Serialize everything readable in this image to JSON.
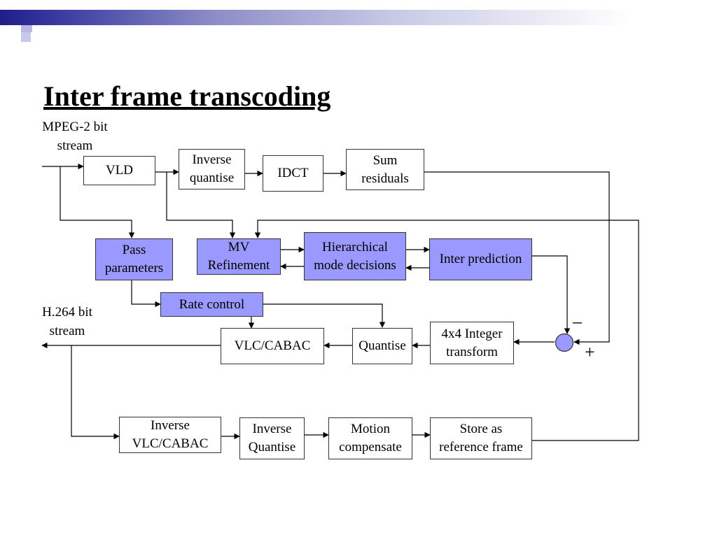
{
  "title": "Inter frame transcoding",
  "diagram": {
    "input_label": "MPEG-2 bit\nstream",
    "output_label": "H.264 bit\nstream",
    "blocks": {
      "vld": "VLD",
      "inverse_quantise": "Inverse\nquantise",
      "idct": "IDCT",
      "sum_residuals": "Sum\nresiduals",
      "pass_parameters": "Pass\nparameters",
      "mv_refinement": "MV\nRefinement",
      "hierarchical_mode_decisions": "Hierarchical\nmode decisions",
      "inter_prediction": "Inter prediction",
      "rate_control": "Rate control",
      "vlc_cabac": "VLC/CABAC",
      "quantise": "Quantise",
      "integer_transform": "4x4 Integer\ntransform",
      "inverse_vlc_cabac": "Inverse\nVLC/CABAC",
      "inverse_quantise_2": "Inverse\nQuantise",
      "motion_compensate": "Motion\ncompensate",
      "store_reference": "Store as\nreference frame"
    },
    "summer": {
      "minus": "–",
      "plus": "+"
    },
    "highlight_color": "#9999ff"
  }
}
